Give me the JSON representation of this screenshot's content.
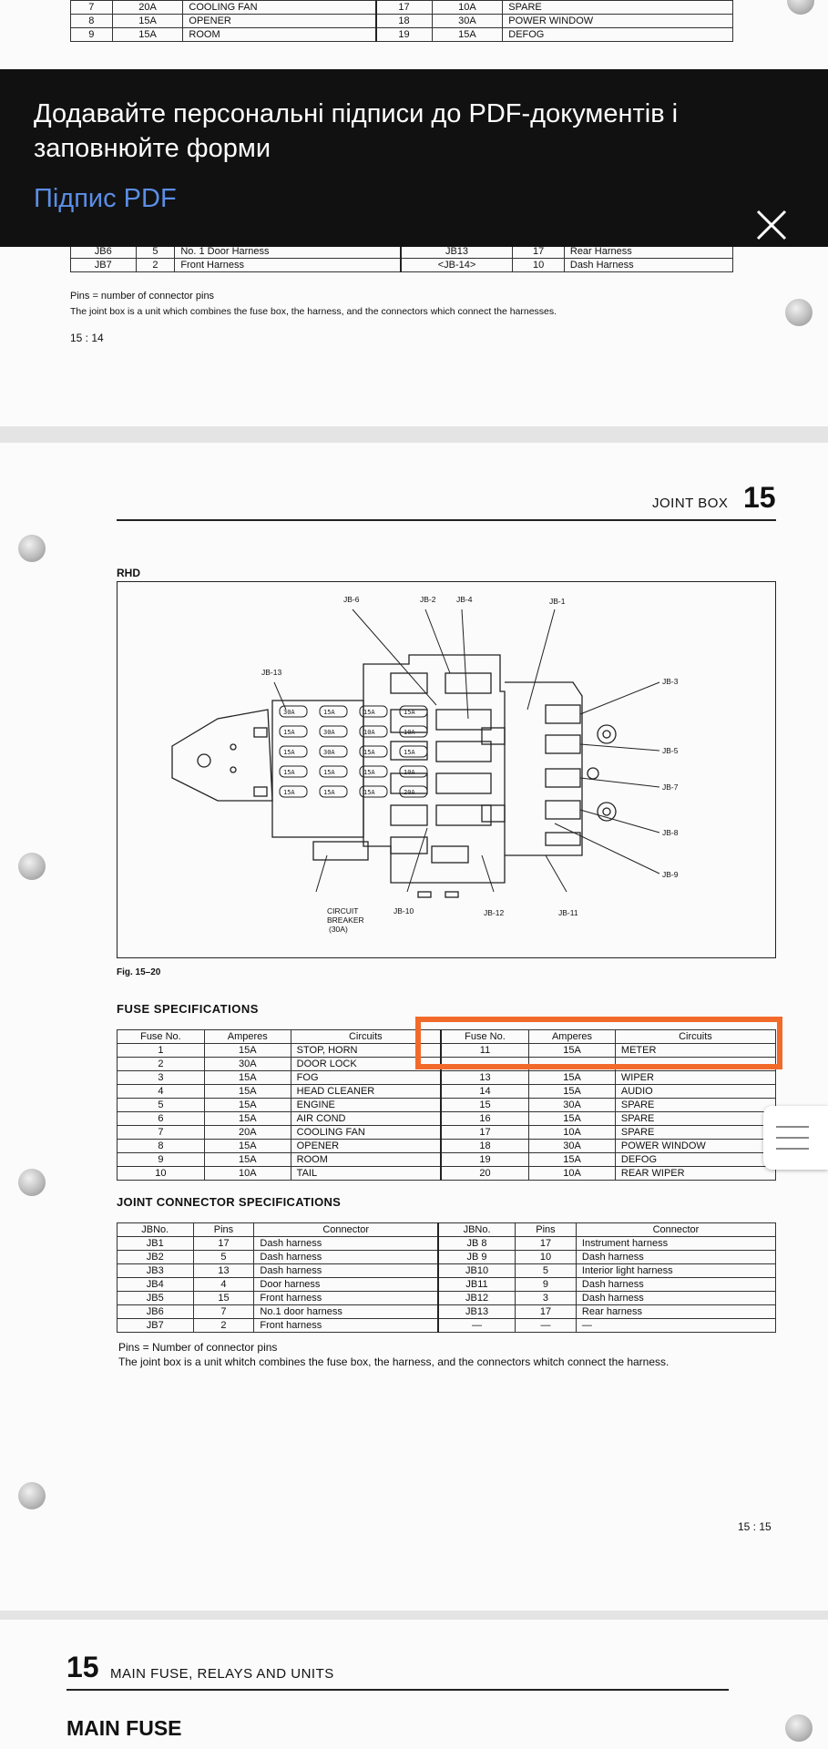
{
  "page1": {
    "fuse_rows": [
      [
        "7",
        "20A",
        "COOLING FAN",
        "17",
        "10A",
        "SPARE"
      ],
      [
        "8",
        "15A",
        "OPENER",
        "18",
        "30A",
        "POWER WINDOW"
      ],
      [
        "9",
        "15A",
        "ROOM",
        "19",
        "15A",
        "DEFOG"
      ]
    ],
    "jb_rows": [
      [
        "JB6",
        "5",
        "No. 1 Door Harness",
        "JB13",
        "17",
        "Rear Harness"
      ],
      [
        "JB7",
        "2",
        "Front Harness",
        "<JB-14>",
        "10",
        "Dash Harness"
      ]
    ],
    "note1": "Pins = number of connector pins",
    "note2": "The joint box is a unit which combines the fuse box, the harness, and the connectors which connect the harnesses.",
    "page_number": "15 : 14"
  },
  "banner": {
    "text": "Додавайте персональні підписи до PDF-документів і заповнюйте форми",
    "link": "Підпис PDF",
    "close_icon": "close-icon"
  },
  "page2": {
    "section_title": "JOINT BOX",
    "section_number": "15",
    "rhd_label": "RHD",
    "figure_caption": "Fig. 15–20",
    "diagram_labels": {
      "jb6": "JB-6",
      "jb2": "JB-2",
      "jb4": "JB-4",
      "jb1": "JB-1",
      "jb13": "JB-13",
      "jb3": "JB-3",
      "jb5": "JB-5",
      "jb7": "JB-7",
      "jb8": "JB-8",
      "jb9": "JB-9",
      "jb10": "JB-10",
      "jb12": "JB-12",
      "jb11": "JB-11",
      "breaker1": "CIRCUIT",
      "breaker2": "BREAKER",
      "breaker3": "(30A)"
    },
    "fuses_in_diagram": [
      "30A",
      "15A",
      "15A",
      "15A",
      "15A",
      "30A",
      "10A",
      "10A",
      "15A",
      "30A",
      "15A",
      "15A",
      "15A",
      "15A",
      "15A",
      "10A",
      "15A",
      "15A",
      "15A",
      "20A"
    ],
    "fuse_spec_title": "FUSE SPECIFICATIONS",
    "fuse_headers": [
      "Fuse No.",
      "Amperes",
      "Circuits",
      "Fuse No.",
      "Amperes",
      "Circuits"
    ],
    "fuse_rows": [
      [
        "1",
        "15A",
        "STOP, HORN",
        "11",
        "15A",
        "METER"
      ],
      [
        "2",
        "30A",
        "DOOR LOCK",
        "",
        "",
        ""
      ],
      [
        "3",
        "15A",
        "FOG",
        "13",
        "15A",
        "WIPER"
      ],
      [
        "4",
        "15A",
        "HEAD CLEANER",
        "14",
        "15A",
        "AUDIO"
      ],
      [
        "5",
        "15A",
        "ENGINE",
        "15",
        "30A",
        "SPARE"
      ],
      [
        "6",
        "15A",
        "AIR COND",
        "16",
        "15A",
        "SPARE"
      ],
      [
        "7",
        "20A",
        "COOLING FAN",
        "17",
        "10A",
        "SPARE"
      ],
      [
        "8",
        "15A",
        "OPENER",
        "18",
        "30A",
        "POWER WINDOW"
      ],
      [
        "9",
        "15A",
        "ROOM",
        "19",
        "15A",
        "DEFOG"
      ],
      [
        "10",
        "10A",
        "TAIL",
        "20",
        "10A",
        "REAR WIPER"
      ]
    ],
    "jc_title": "JOINT CONNECTOR SPECIFICATIONS",
    "jc_headers": [
      "JBNo.",
      "Pins",
      "Connector",
      "JBNo.",
      "Pins",
      "Connector"
    ],
    "jc_rows": [
      [
        "JB1",
        "17",
        "Dash harness",
        "JB  8",
        "17",
        "Instrument harness"
      ],
      [
        "JB2",
        "5",
        "Dash harness",
        "JB  9",
        "10",
        "Dash harness"
      ],
      [
        "JB3",
        "13",
        "Dash harness",
        "JB10",
        "5",
        "Interior light harness"
      ],
      [
        "JB4",
        "4",
        "Door harness",
        "JB11",
        "9",
        "Dash harness"
      ],
      [
        "JB5",
        "15",
        "Front harness",
        "JB12",
        "3",
        "Dash harness"
      ],
      [
        "JB6",
        "7",
        "No.1 door harness",
        "JB13",
        "17",
        "Rear harness"
      ],
      [
        "JB7",
        "2",
        "Front harness",
        "—",
        "—",
        "—"
      ]
    ],
    "note1": "Pins = Number of connector pins",
    "note2": "The joint box is a unit whitch combines the fuse box, the harness, and the connectors whitch connect the harness.",
    "page_number": "15 : 15"
  },
  "page3": {
    "section_number": "15",
    "section_title": "MAIN FUSE, RELAYS AND UNITS",
    "heading": "MAIN FUSE"
  },
  "colors": {
    "highlight": "#f26a2a",
    "link": "#5b8ee6",
    "banner": "#111111"
  }
}
